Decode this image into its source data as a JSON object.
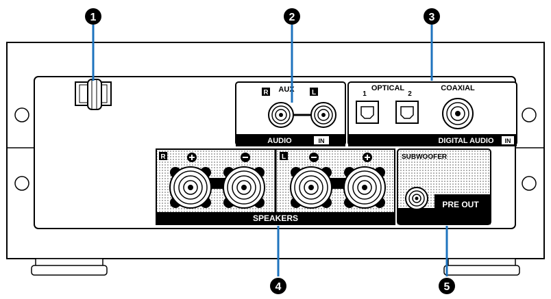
{
  "callouts": [
    "1",
    "2",
    "3",
    "4",
    "5"
  ],
  "panel": {
    "aux": "AUX",
    "aux_r": "R",
    "aux_l": "L",
    "audio": "AUDIO",
    "audio_in": "IN",
    "optical": "OPTICAL",
    "optical_1": "1",
    "optical_2": "2",
    "coaxial": "COAXIAL",
    "digital_audio": "DIGITAL AUDIO",
    "digital_in": "IN",
    "speakers": "SPEAKERS",
    "spk_r": "R",
    "spk_l": "L",
    "subwoofer": "SUBWOOFER",
    "pre_out": "PRE OUT"
  },
  "colors": {
    "outline": "#000000",
    "panel": "#ffffff",
    "label_bg": "#000000",
    "label_text": "#ffffff"
  }
}
